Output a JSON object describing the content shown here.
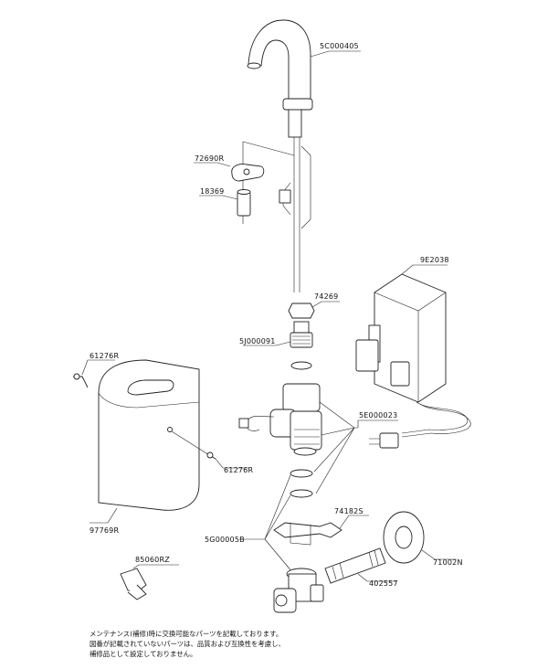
{
  "parts": [
    {
      "id": "faucet",
      "label": "5C000405"
    },
    {
      "id": "clip",
      "label": "72690R"
    },
    {
      "id": "spacer",
      "label": "18369"
    },
    {
      "id": "nut",
      "label": "74269"
    },
    {
      "id": "adapter",
      "label": "5J000091"
    },
    {
      "id": "control-box",
      "label": "9E2038"
    },
    {
      "id": "screw-top",
      "label": "61276R"
    },
    {
      "id": "valve",
      "label": "5E000023"
    },
    {
      "id": "screw-bottom",
      "label": "61276R"
    },
    {
      "id": "cover",
      "label": "97769R"
    },
    {
      "id": "bracket",
      "label": "74182S"
    },
    {
      "id": "gaskets",
      "label": "5G00005B"
    },
    {
      "id": "flange",
      "label": "71002N"
    },
    {
      "id": "key",
      "label": "85060RZ"
    },
    {
      "id": "pipe",
      "label": "402557"
    }
  ],
  "notes": {
    "line1": "メンテナンス(補修)時に交換可能なパーツを記載しております。",
    "line2": "図番が記載されていないパーツは、品質および互換性を考慮し、",
    "line3": "補修品として設定しておりません。"
  }
}
